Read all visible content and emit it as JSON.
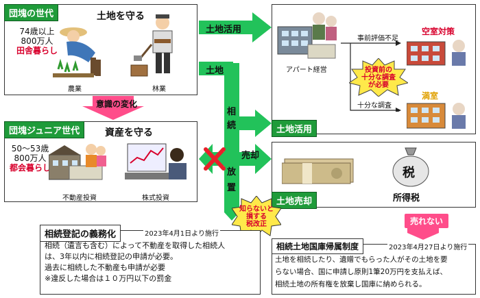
{
  "dankai": {
    "tag": "団塊の世代",
    "heading": "土地を守る",
    "age": "74歳以上",
    "population": "800万人",
    "lifestyle": "田舎暮らし",
    "caption_agri": "農業",
    "caption_forest": "林業"
  },
  "change_label": "意識の変化",
  "junior": {
    "tag": "団塊ジュニア世代",
    "heading": "資産を守る",
    "age": "50～53歳",
    "population": "800万人",
    "lifestyle": "都会暮らし",
    "caption_realestate": "不動産投資",
    "caption_stock": "株式投資"
  },
  "flow": {
    "land_use_arrow": "土地活用",
    "land_label": "土地",
    "inherit_chars": [
      "相",
      "続"
    ],
    "abandon_chars": [
      "放",
      "置"
    ],
    "sell_arrow": "売却"
  },
  "land_use": {
    "tag": "土地活用",
    "apartment_caption": "アパート経営",
    "no_eval": "事前評価不足",
    "vacancy": "空室対策",
    "burst_line1": "投資前の",
    "burst_line2": "十分な調査",
    "burst_line3": "が必要",
    "enough_survey": "十分な調査",
    "full": "満室"
  },
  "land_sale": {
    "tag": "土地売却",
    "tax_glyph": "税",
    "tax_label": "所得税"
  },
  "tax_burst": {
    "line1": "知らないと",
    "line2": "損する",
    "line3": "税改正"
  },
  "cannot_sell": "売れない",
  "registration": {
    "title": "相続登記の義務化",
    "date": "2023年4月1日より施行",
    "body_line1": "相続（遺言も含む）によって不動産を取得した相続人",
    "body_line2": "は、3年以内に相続登記の申請が必要。",
    "body_line3": "過去に相続した不動産も申請が必要",
    "body_line4": "※違反した場合は１０万円以下の罰金"
  },
  "national_treasury": {
    "title": "相続土地国庫帰属制度",
    "date": "2023年4月27日より施行",
    "body_line1": "土地を相続したり、遺贈でもらった人がその土地を要",
    "body_line2": "らない場合、国に申請し原則1筆20万円を支払えば、",
    "body_line3": "相続土地の所有権を放棄し国庫に納められる。"
  },
  "colors": {
    "green": "#1f9b3a",
    "flow_green": "#22c25a",
    "pink": "#ff4d8a",
    "burst_yellow": "#ffe94a",
    "red": "#d8002c"
  }
}
